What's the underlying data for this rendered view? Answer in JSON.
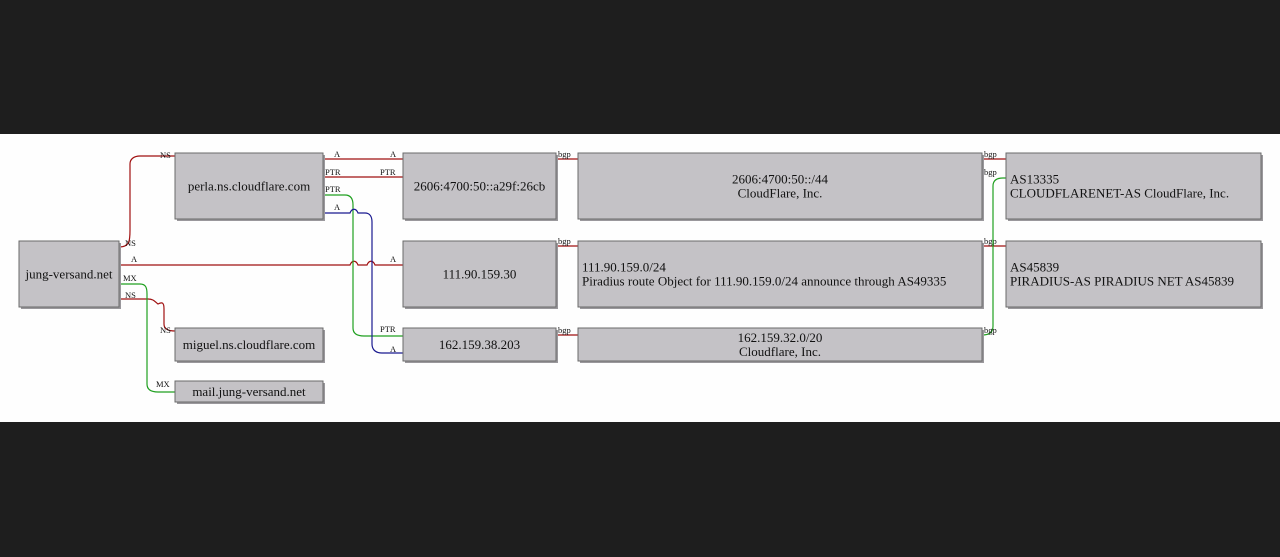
{
  "colors": {
    "background_outer": "#1e1e1e",
    "canvas": "#fefefe",
    "node_fill": "#c4c2c6",
    "edge_red": "#a01010",
    "edge_green": "#20a020",
    "edge_blue": "#1a1a90"
  },
  "nodes": [
    {
      "id": "jung",
      "lines": [
        "jung-versand.net"
      ],
      "align": "center"
    },
    {
      "id": "perla",
      "lines": [
        "perla.ns.cloudflare.com"
      ],
      "align": "center"
    },
    {
      "id": "miguel",
      "lines": [
        "miguel.ns.cloudflare.com"
      ],
      "align": "center"
    },
    {
      "id": "mail",
      "lines": [
        "mail.jung-versand.net"
      ],
      "align": "center"
    },
    {
      "id": "ip6",
      "lines": [
        "2606:4700:50::a29f:26cb"
      ],
      "align": "center"
    },
    {
      "id": "ip111",
      "lines": [
        "111.90.159.30"
      ],
      "align": "center"
    },
    {
      "id": "ip162",
      "lines": [
        "162.159.38.203"
      ],
      "align": "center"
    },
    {
      "id": "pfx6",
      "lines": [
        "2606:4700:50::/44",
        "CloudFlare, Inc."
      ],
      "align": "center"
    },
    {
      "id": "pfx111",
      "lines": [
        "111.90.159.0/24",
        "Piradius route Object for 111.90.159.0/24 announce through AS49335"
      ],
      "align": "left"
    },
    {
      "id": "pfx162",
      "lines": [
        "162.159.32.0/20",
        "Cloudflare, Inc."
      ],
      "align": "center"
    },
    {
      "id": "as13335",
      "lines": [
        "AS13335",
        "CLOUDFLARENET-AS CloudFlare, Inc."
      ],
      "align": "left"
    },
    {
      "id": "as45839",
      "lines": [
        "AS45839",
        "PIRADIUS-AS PIRADIUS NET AS45839"
      ],
      "align": "left"
    }
  ],
  "edges": [
    {
      "id": "e-ns-perla",
      "color": "red",
      "labels": [
        "NS",
        "NS"
      ]
    },
    {
      "id": "e-ns-miguel",
      "color": "red",
      "labels": [
        "NS",
        "NS"
      ]
    },
    {
      "id": "e-mx-mail",
      "color": "green",
      "labels": [
        "MX",
        "MX"
      ]
    },
    {
      "id": "e-a-111",
      "color": "red",
      "labels": [
        "A",
        "A"
      ]
    },
    {
      "id": "e-perla-ip6-a",
      "color": "red",
      "labels": [
        "A",
        "A"
      ]
    },
    {
      "id": "e-perla-ip6-ptr",
      "color": "red",
      "labels": [
        "PTR",
        "PTR"
      ]
    },
    {
      "id": "e-perla-ip162-ptr",
      "color": "green",
      "labels": [
        "PTR",
        "PTR"
      ]
    },
    {
      "id": "e-perla-ip162-a",
      "color": "blue",
      "labels": [
        "A",
        "A"
      ]
    },
    {
      "id": "e-ip6-pfx6",
      "color": "red",
      "labels": [
        "bgp"
      ]
    },
    {
      "id": "e-ip111-pfx111",
      "color": "red",
      "labels": [
        "bgp"
      ]
    },
    {
      "id": "e-ip162-pfx162",
      "color": "red",
      "labels": [
        "bgp"
      ]
    },
    {
      "id": "e-pfx6-as",
      "color": "red",
      "labels": [
        "bgp"
      ]
    },
    {
      "id": "e-pfx111-as",
      "color": "red",
      "labels": [
        "bgp"
      ]
    },
    {
      "id": "e-pfx162-as",
      "color": "green",
      "labels": [
        "bgp",
        "bgp"
      ]
    }
  ]
}
